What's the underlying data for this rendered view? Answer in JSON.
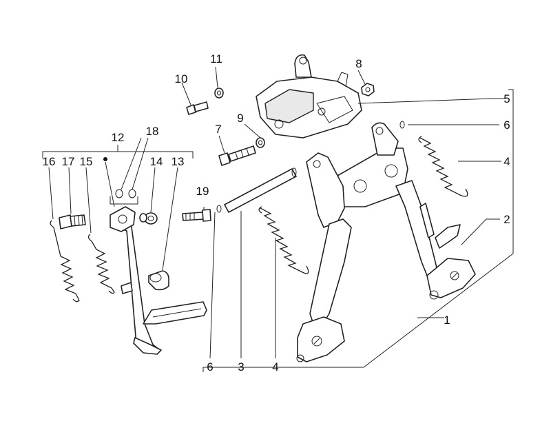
{
  "diagram": {
    "callouts": {
      "c1": "1",
      "c2": "2",
      "c3": "3",
      "c4a": "4",
      "c4b": "4",
      "c5": "5",
      "c6a": "6",
      "c6b": "6",
      "c7": "7",
      "c8": "8",
      "c9": "9",
      "c10": "10",
      "c11": "11",
      "c12": "12",
      "c13": "13",
      "c14": "14",
      "c15": "15",
      "c16": "16",
      "c17": "17",
      "c18": "18",
      "c19": "19"
    }
  }
}
